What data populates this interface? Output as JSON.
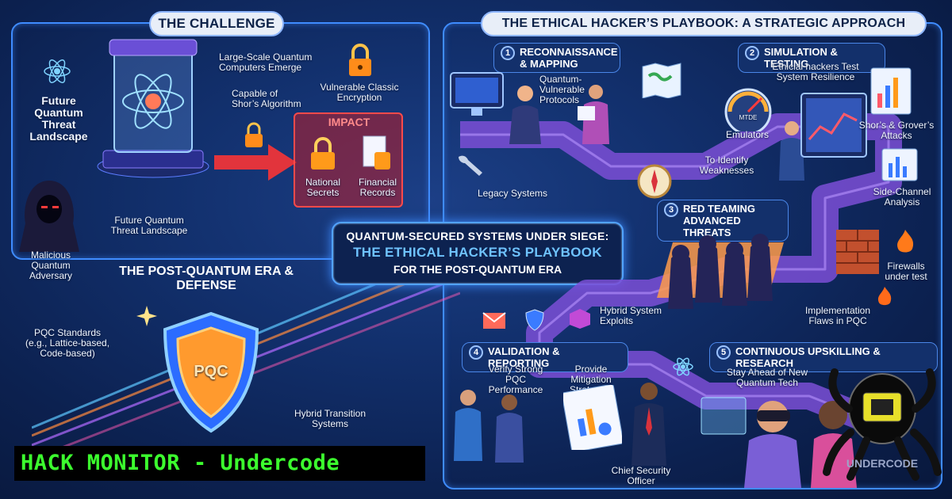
{
  "colors": {
    "accent": "#3f8cff",
    "impact": "#d9323c",
    "watermark_text": "#3cff2e",
    "path": "#7b4fd6"
  },
  "challenge": {
    "header": "THE CHALLENGE",
    "future_threat_big": "Future Quantum Threat Landscape",
    "large_scale": "Large-Scale Quantum Computers Emerge",
    "shors": "Capable of Shor’s Algorithm",
    "vulnerable": "Vulnerable Classic Encryption",
    "impact": "IMPACT",
    "national": "National Secrets",
    "financial": "Financial Records",
    "future_threat_small": "Future Quantum Threat Landscape",
    "adversary": "Malicious Quantum Adversary"
  },
  "post_quantum": {
    "header": "THE POST-QUANTUM ERA & DEFENSE",
    "pqc_standards": "PQC Standards (e.g., Lattice-based, Code-based)",
    "pqc_badge": "PQC",
    "hybrid": "Hybrid Transition Systems"
  },
  "center": {
    "line1": "QUANTUM-SECURED SYSTEMS UNDER SIEGE:",
    "line2": "THE ETHICAL HACKER’S PLAYBOOK",
    "line3": "FOR THE POST-QUANTUM ERA"
  },
  "playbook": {
    "header": "THE ETHICAL HACKER’S PLAYBOOK: A STRATEGIC APPROACH",
    "steps": [
      {
        "num": "1",
        "title": "RECONNAISSANCE & MAPPING"
      },
      {
        "num": "2",
        "title": "SIMULATION & TESTING"
      },
      {
        "num": "3",
        "title": "RED TEAMING ADVANCED THREATS"
      },
      {
        "num": "4",
        "title": "VALIDATION & REPORTING"
      },
      {
        "num": "5",
        "title": "CONTINUOUS UPSKILLING & RESEARCH"
      }
    ],
    "qv_protocols": "Quantum-Vulnerable Protocols",
    "legacy": "Legacy Systems",
    "ethical_test": "Ethicial hackers Test System Resilience",
    "emulators": "Emulators",
    "gauge": "MTDE",
    "identify": "To Identify Weaknesses",
    "shors_grover": "Shor’s & Grover’s Attacks",
    "side_channel": "Side-Channel Analysis",
    "firewalls": "Firewalls under test",
    "hybrid_exploits": "Hybrid System Exploits",
    "impl_flaws": "Implementation Flaws in PQC",
    "verify": "Verify Strong PQC Performance",
    "mitigation": "Provide Mitigation Strategies",
    "stay_ahead": "Stay Ahead of New Quantum Tech",
    "cso": "Chief Security Officer"
  },
  "watermark": "HACK MONITOR - Undercode",
  "logo": "UNDERCODE"
}
